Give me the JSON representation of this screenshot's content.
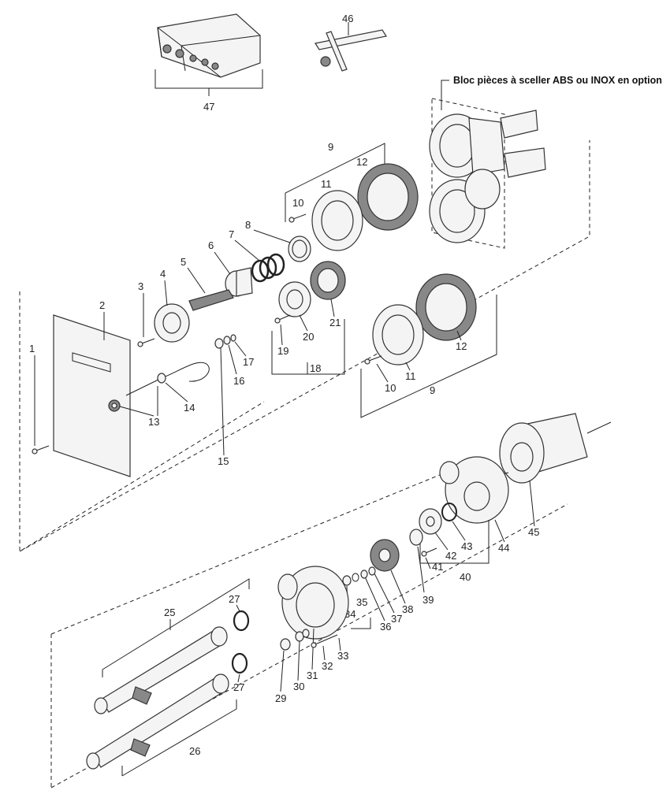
{
  "title": "Bloc pièces à sceller ABS ou INOX en option",
  "labels": {
    "l1": "1",
    "l2": "2",
    "l3": "3",
    "l4": "4",
    "l5": "5",
    "l6": "6",
    "l7": "7",
    "l8": "8",
    "l9a": "9",
    "l9b": "9",
    "l10a": "10",
    "l10b": "10",
    "l11a": "11",
    "l11b": "11",
    "l12a": "12",
    "l12b": "12",
    "l13": "13",
    "l14": "14",
    "l15": "15",
    "l16": "16",
    "l17": "17",
    "l18": "18",
    "l19": "19",
    "l20": "20",
    "l21": "21",
    "l25": "25",
    "l26": "26",
    "l27a": "27",
    "l27b": "27",
    "l29": "29",
    "l30": "30",
    "l31": "31",
    "l32": "32",
    "l33": "33",
    "l34": "34",
    "l35": "35",
    "l36": "36",
    "l37": "37",
    "l38": "38",
    "l39": "39",
    "l40": "40",
    "l41": "41",
    "l42": "42",
    "l43": "43",
    "l44": "44",
    "l45": "45",
    "l46": "46",
    "l47": "47"
  }
}
